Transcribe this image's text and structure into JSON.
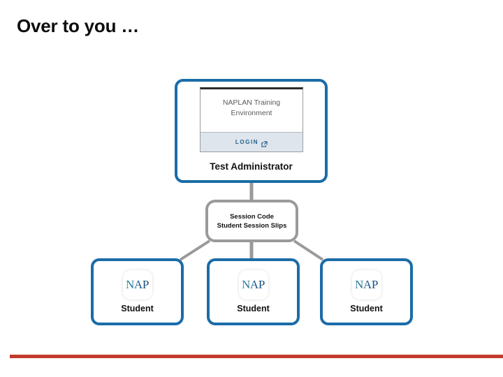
{
  "slide": {
    "title": "Over to you …",
    "accent_blue": "#1b6ca8",
    "accent_grey": "#9a9a9a",
    "footer_rule_color": "#c3392b"
  },
  "diagram": {
    "admin_node": {
      "browser_title_line1": "NAPLAN Training",
      "browser_title_line2": "Environment",
      "login_label": "LOGIN",
      "login_icon": "external-link-icon",
      "caption": "Test Administrator"
    },
    "session_node": {
      "line1": "Session Code",
      "line2": "Student Session Slips"
    },
    "student_nodes": [
      {
        "icon_label": "NAP",
        "caption": "Student"
      },
      {
        "icon_label": "NAP",
        "caption": "Student"
      },
      {
        "icon_label": "NAP",
        "caption": "Student"
      }
    ]
  }
}
